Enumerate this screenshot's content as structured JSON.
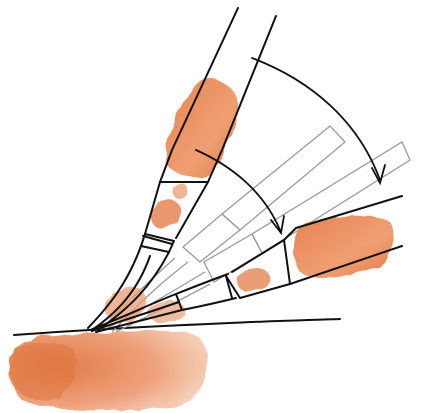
{
  "illustration": {
    "subject": "paintbrush-rotation-sketch",
    "colors": {
      "paint": "#e8885a",
      "paint_light": "#f3b58f",
      "ink": "#111111",
      "faint_ink": "#9a9a9a",
      "background": "#ffffff"
    },
    "elements": [
      "brush-upright",
      "brush-ghost-middle",
      "brush-ghost-lower",
      "brush-lowered",
      "arrow-outer-arc",
      "arrow-inner-arc",
      "paint-blob-bottom",
      "surface-line"
    ]
  }
}
